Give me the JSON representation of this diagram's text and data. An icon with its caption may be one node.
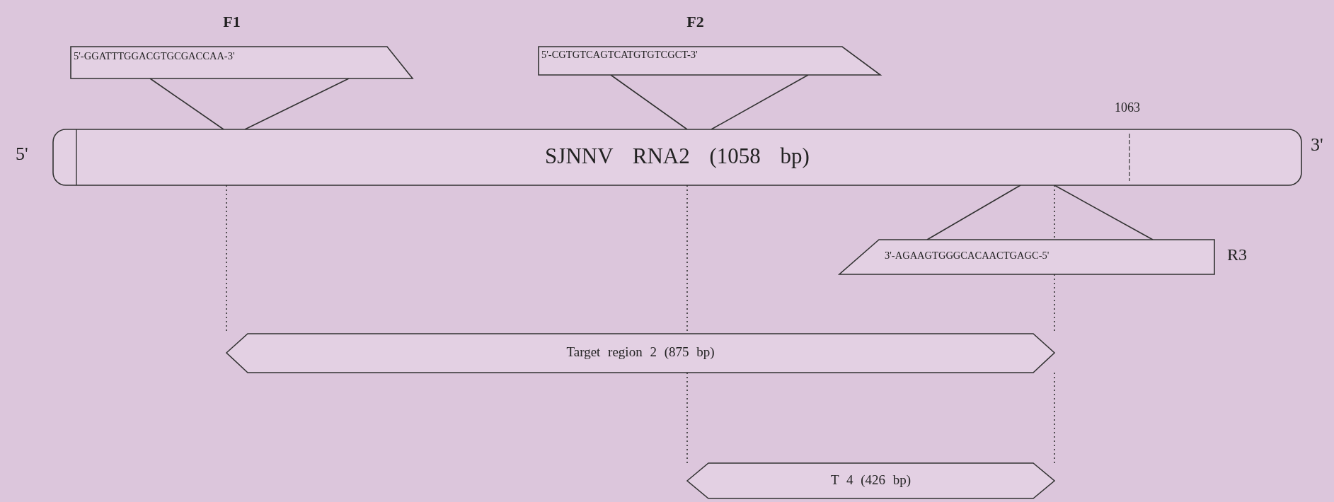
{
  "diagram": {
    "nodes": [
      {
        "text": [
          "SJNNV RNA2 (1058 bp)"
        ]
      },
      {
        "text": [
          "F1",
          "5'-GGATTTGGACGTGCGACCAA-3'"
        ]
      },
      {
        "text": [
          "F2",
          "5'-CGTGTCAGTCATGTGTCGCT-3'"
        ]
      },
      {
        "text": [
          "3'-AGAAGTGGGCACAACTGAGC-5'",
          "R3"
        ]
      },
      {
        "text": [
          "Target region 2 (875 bp)"
        ]
      },
      {
        "text": [
          "T 4 (426 bp)"
        ]
      }
    ],
    "edges": [
      {
        "from": 1,
        "to": 0,
        "arrow": "none"
      },
      {
        "from": 1,
        "to": 0,
        "arrow": "none"
      },
      {
        "from": 2,
        "to": 0,
        "arrow": "none"
      },
      {
        "from": 2,
        "to": 0,
        "arrow": "none"
      },
      {
        "from": 0,
        "to": 3,
        "arrow": "none"
      },
      {
        "from": 0,
        "to": 3,
        "arrow": "none"
      },
      {
        "from": 0,
        "to": 4,
        "arrow": "none",
        "style": "dashed"
      },
      {
        "from": 0,
        "to": 4,
        "arrow": "none",
        "style": "dashed"
      },
      {
        "from": 4,
        "to": 5,
        "arrow": "none",
        "style": "dashed"
      },
      {
        "from": 0,
        "to": 3,
        "arrow": "none",
        "style": "dashed"
      },
      {
        "from": 3,
        "to": 4,
        "arrow": "none",
        "style": "dashed"
      },
      {
        "from": 4,
        "to": 5,
        "arrow": "none",
        "style": "dashed"
      }
    ],
    "labels": [
      "1063",
      "3'",
      "5'"
    ]
  }
}
